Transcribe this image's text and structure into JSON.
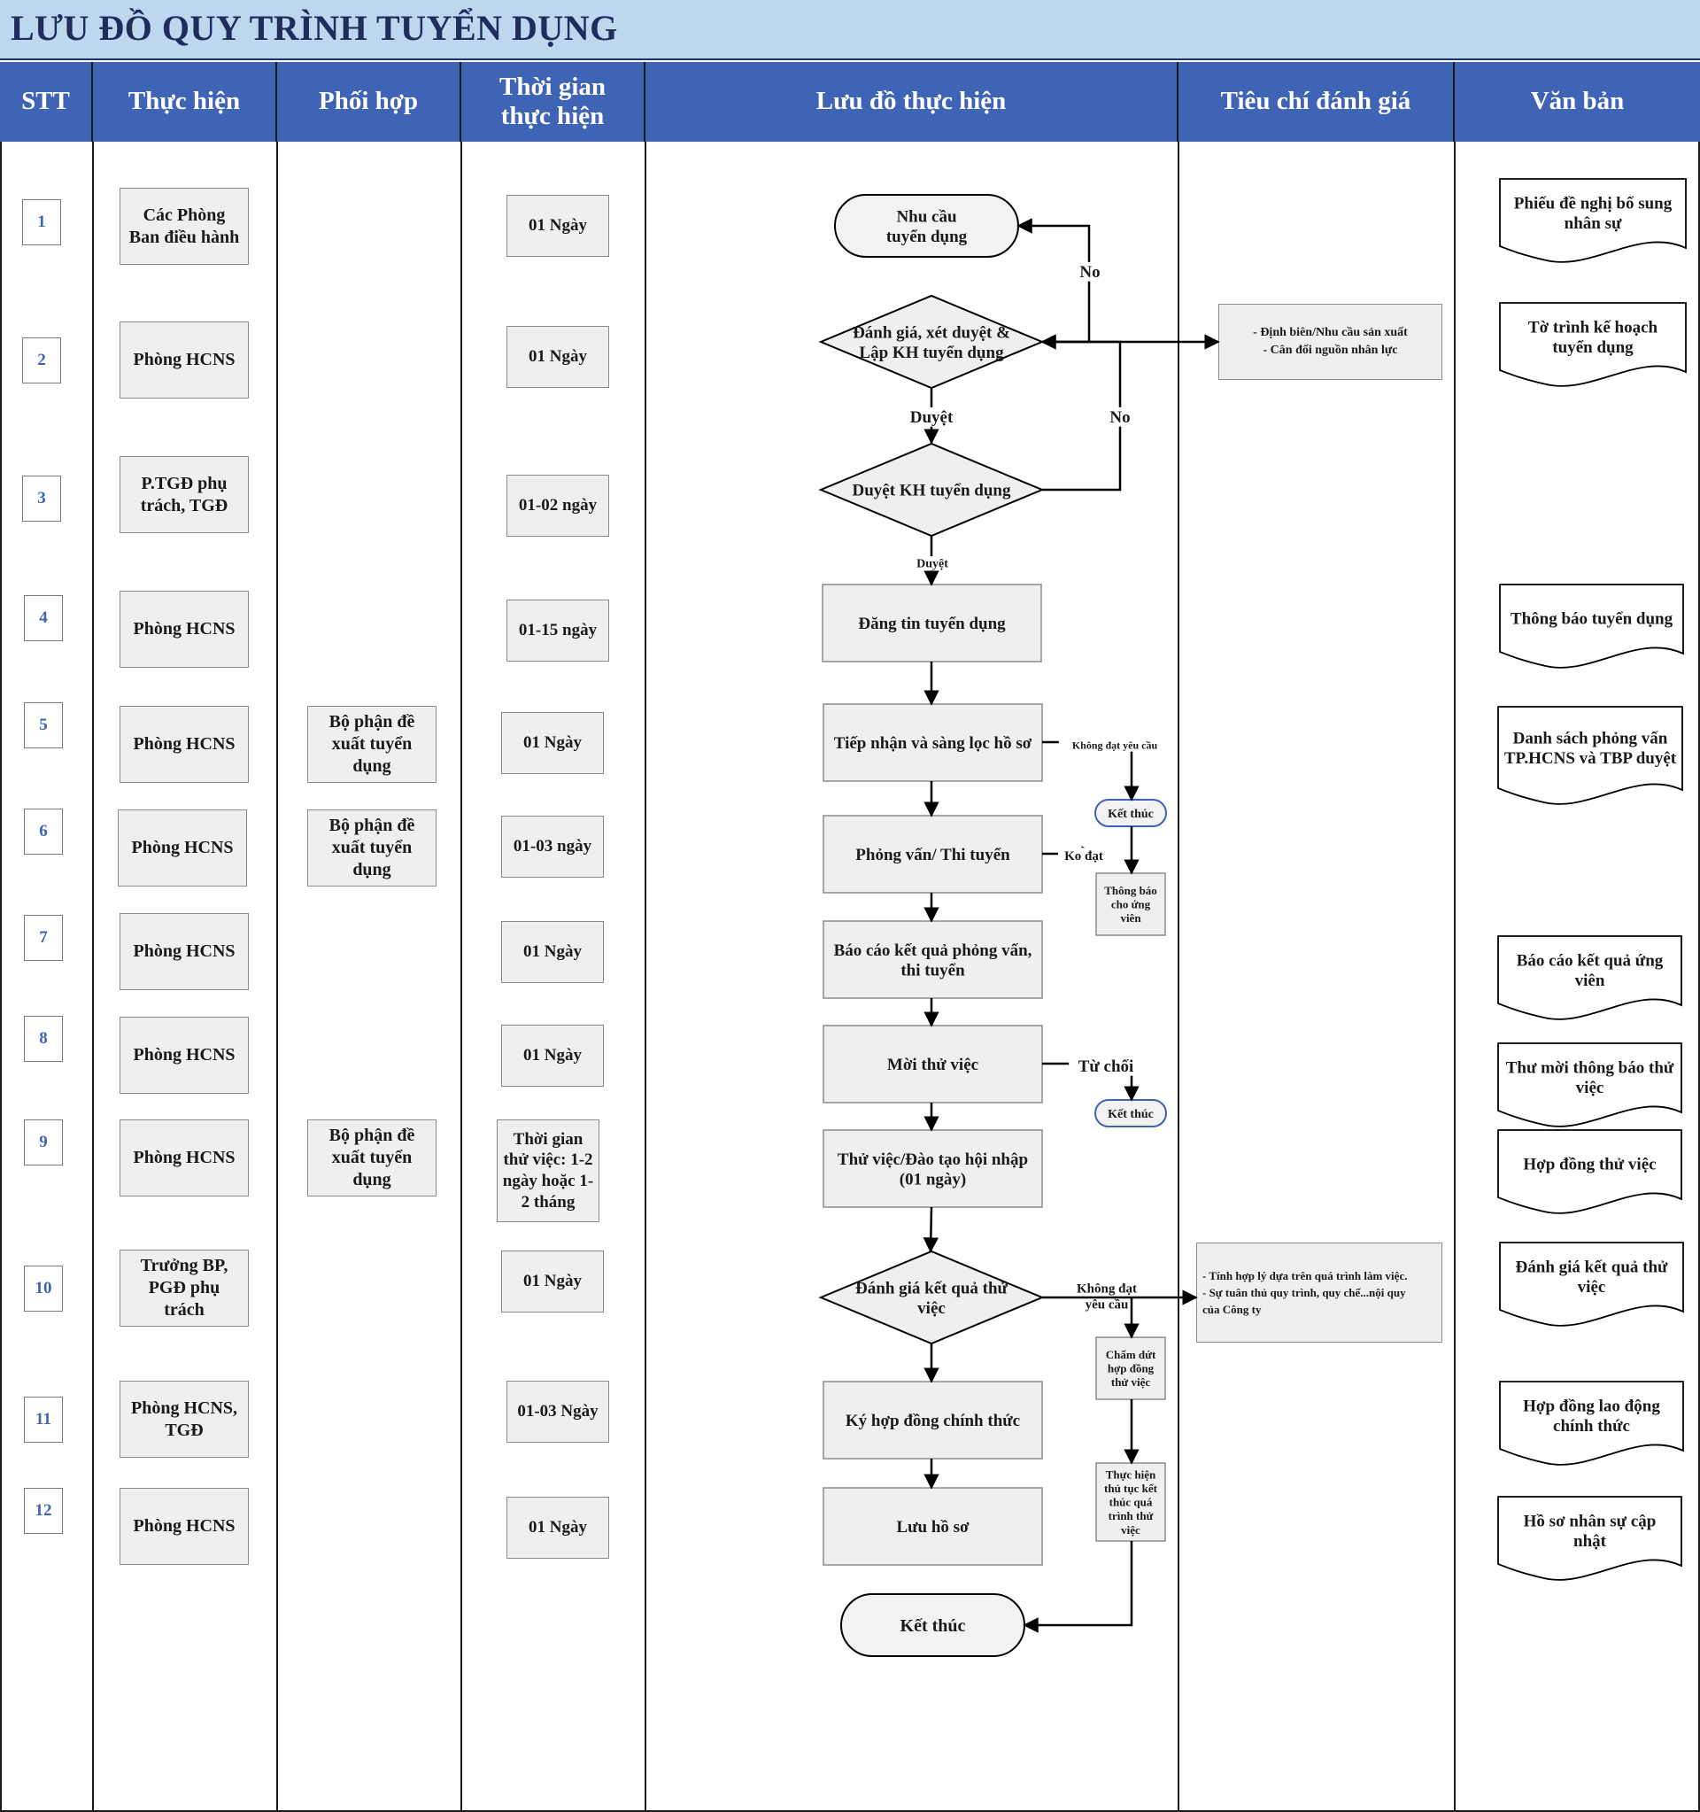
{
  "title": "LƯU ĐỒ QUY TRÌNH TUYỂN DỤNG",
  "headers": {
    "stt": "STT",
    "thuc_hien": "Thực hiện",
    "phoi_hop": "Phối hợp",
    "thoi_gian": "Thời gian thực hiện",
    "luu_do": "Lưu đồ thực hiện",
    "tieu_chi": "Tiêu chí đánh giá",
    "van_ban": "Văn bản"
  },
  "steps": [
    {
      "stt": "1",
      "thuc_hien": "Các Phòng Ban điều hành",
      "thoi_gian": "01 Ngày"
    },
    {
      "stt": "2",
      "thuc_hien": "Phòng HCNS",
      "thoi_gian": "01 Ngày"
    },
    {
      "stt": "3",
      "thuc_hien": "P.TGĐ phụ trách, TGĐ",
      "thoi_gian": "01-02 ngày"
    },
    {
      "stt": "4",
      "thuc_hien": "Phòng HCNS",
      "thoi_gian": "01-15 ngày"
    },
    {
      "stt": "5",
      "thuc_hien": "Phòng HCNS",
      "thoi_gian": "01 Ngày"
    },
    {
      "stt": "6",
      "thuc_hien": "Phòng HCNS",
      "thoi_gian": "01-03 ngày"
    },
    {
      "stt": "7",
      "thuc_hien": "Phòng HCNS",
      "thoi_gian": "01 Ngày"
    },
    {
      "stt": "8",
      "thuc_hien": "Phòng HCNS",
      "thoi_gian": "01 Ngày"
    },
    {
      "stt": "9",
      "thuc_hien": "Phòng HCNS",
      "thoi_gian": "Thời gian thử việc: 1-2 ngày hoặc 1-2 tháng"
    },
    {
      "stt": "10",
      "thuc_hien": "Trưởng BP, PGĐ phụ trách",
      "thoi_gian": "01 Ngày"
    },
    {
      "stt": "11",
      "thuc_hien": "Phòng HCNS, TGĐ",
      "thoi_gian": "01-03 Ngày"
    },
    {
      "stt": "12",
      "thuc_hien": "Phòng HCNS",
      "thoi_gian": "01 Ngày"
    }
  ],
  "phoi_hop": [
    "Bộ phận đề xuất tuyển dụng",
    "Bộ phận đề xuất tuyển dụng",
    "Bộ phận đề xuất tuyển dụng"
  ],
  "criteria": [
    [
      "- Định biên/Nhu cầu sản xuất",
      "- Cân đối nguồn nhân lực"
    ],
    [
      "- Tính hợp lý dựa trên quá trình làm việc.",
      "- Sự tuân thủ quy trình, quy chế...nội quy",
      "của Công ty"
    ]
  ],
  "documents": [
    "Phiếu đề nghị bổ sung nhân sự",
    "Tờ trình kế hoạch tuyển dụng",
    "Thông báo tuyển dụng",
    "Danh sách phỏng vấn TP.HCNS và TBP duyệt",
    "Báo cáo kết quả ứng viên",
    "Thư mời thông báo thử việc",
    "Hợp đồng thử việc",
    "Đánh giá kết quả thử việc",
    "Hợp đồng lao động chính thức",
    "Hồ sơ nhân sự cập nhật"
  ],
  "flow": {
    "start": [
      "Nhu cầu",
      "tuyển dụng"
    ],
    "d1": [
      "Đánh giá, xét duyệt &",
      "Lập KH tuyển dụng"
    ],
    "d2": [
      "Duyệt KH tuyển dụng"
    ],
    "p4": [
      "Đăng tin tuyển dụng"
    ],
    "p5": [
      "Tiếp nhận và sàng lọc hồ sơ"
    ],
    "p6": [
      "Phỏng vấn/ Thi tuyển"
    ],
    "p7": [
      "Báo cáo kết quả phỏng vấn,",
      "thi tuyển"
    ],
    "p8": [
      "Mời thử việc"
    ],
    "p9": [
      "Thử việc/Đào tạo hội nhập",
      "(01 ngày)"
    ],
    "d3": [
      "Đánh giá kết quả thử",
      "việc"
    ],
    "p11": [
      "Ký hợp đồng chính thức"
    ],
    "p12": [
      "Lưu hồ sơ"
    ],
    "end": [
      "Kết thúc"
    ],
    "kt1": [
      "Kết thúc"
    ],
    "kt2": [
      "Kết thúc"
    ],
    "tb": [
      "Thông báo",
      "cho ứng",
      "viên"
    ],
    "cd": [
      "Chấm dứt",
      "hợp đồng",
      "thử việc"
    ],
    "th": [
      "Thực hiện",
      "thủ tục kết",
      "thúc quá",
      "trình thử",
      "việc"
    ],
    "labels": {
      "no1": "No",
      "no2": "No",
      "duyet1": "Duyệt",
      "duyet2": "Duyệt",
      "khong_dat_yc": "Không đạt yêu cầu",
      "ko_dat": "Ko đạt",
      "tu_choi": "Từ chối",
      "khong_dat_yc2": [
        "Không đạt",
        "yêu cầu"
      ]
    }
  },
  "colors": {
    "header_bg": "#3f63b5",
    "title_bg": "#bdd7ee",
    "box_fill": "#efefef",
    "terminator_fill": "#f2f2f2",
    "small_terminator_border": "#3f63b5"
  }
}
